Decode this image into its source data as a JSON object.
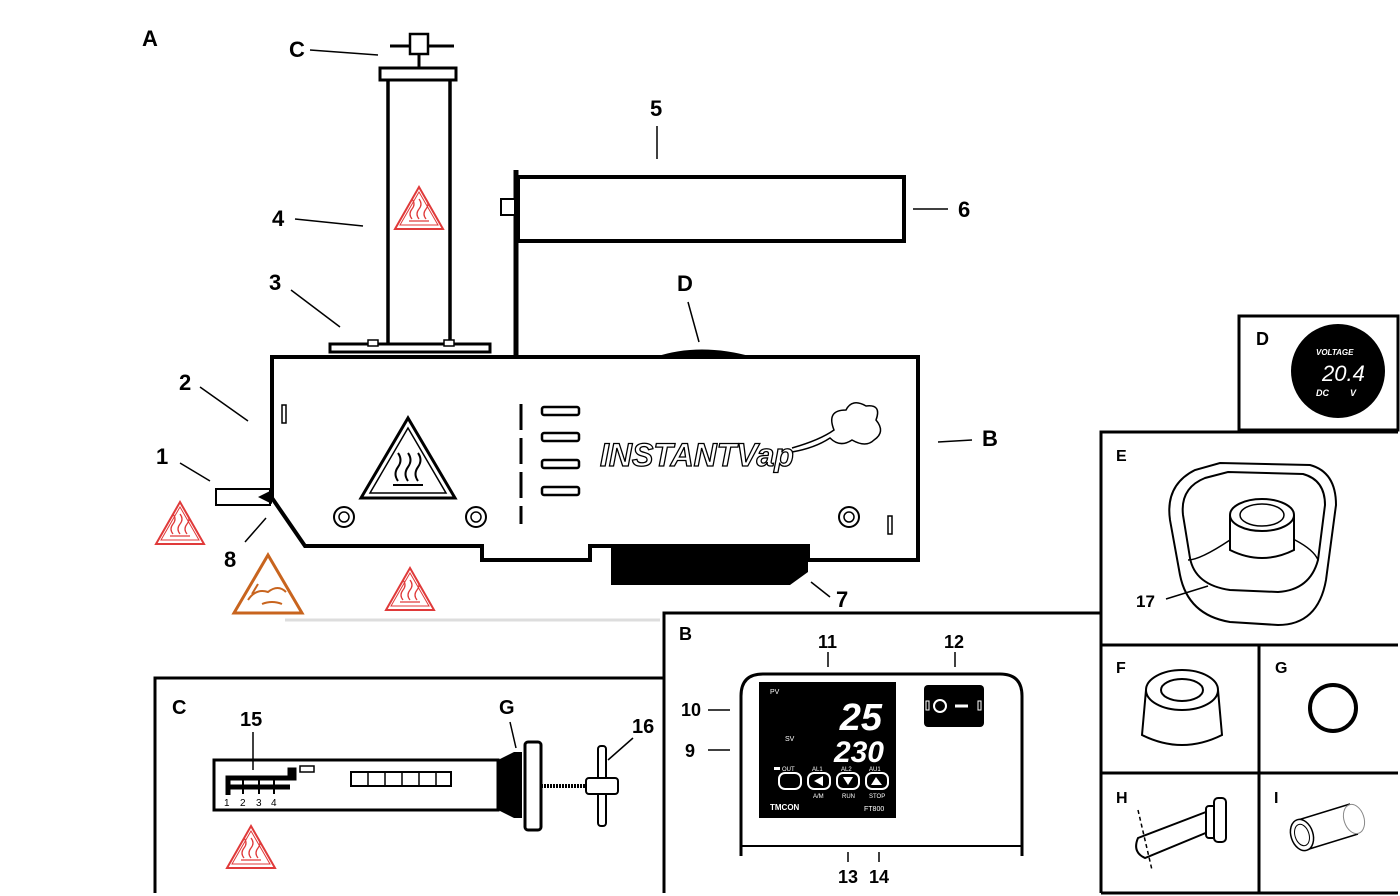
{
  "panel_letters": {
    "a": "A",
    "b_label": "B",
    "c_label": "C",
    "d_label": "D",
    "b_panel": "B",
    "c_panel": "C",
    "d_panel": "D",
    "e": "E",
    "f": "F",
    "g": "G",
    "h": "H",
    "i": "I",
    "g_callout": "G"
  },
  "callouts": {
    "n1": "1",
    "n2": "2",
    "n3": "3",
    "n4": "4",
    "n5": "5",
    "n6": "6",
    "n7": "7",
    "n8": "8",
    "n9": "9",
    "n10": "10",
    "n11": "11",
    "n12": "12",
    "n13": "13",
    "n14": "14",
    "n15": "15",
    "n16": "16",
    "n17": "17"
  },
  "brand": {
    "name": "INSTANTVap"
  },
  "controller": {
    "pv_label": "PV",
    "sv_label": "SV",
    "pv_value": "25",
    "sv_value": "230",
    "out": "OUT",
    "al1": "AL1",
    "al2": "AL2",
    "au1": "AU1",
    "am": "A/M",
    "run": "RUN",
    "stop": "STOP",
    "maker": "TMCON",
    "model": "FT800"
  },
  "voltmeter": {
    "label": "VOLTAGE",
    "value": "20.4",
    "unit_dc": "DC",
    "unit_v": "V"
  },
  "scale_marks": [
    "1",
    "2",
    "3",
    "4"
  ],
  "colors": {
    "warning_red": "#e03a3a",
    "warning_orange": "#c8641e",
    "line": "#000000"
  }
}
